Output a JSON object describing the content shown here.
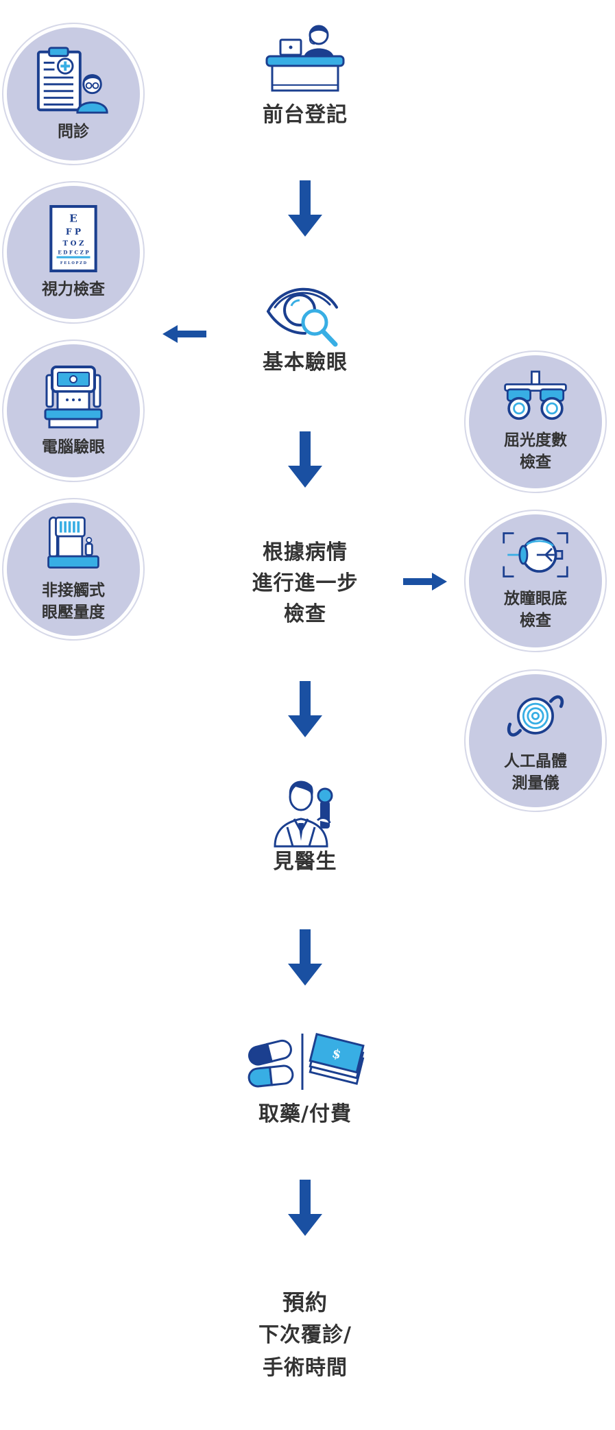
{
  "colors": {
    "navy": "#1b3f8f",
    "arrow": "#1a50a2",
    "light_blue": "#38aee4",
    "disc": "#c8cbe3",
    "text": "#333333"
  },
  "steps": {
    "reception": {
      "label": "前台登記",
      "icon": "reception-desk-icon"
    },
    "basic_eye_exam": {
      "label": "基本驗眼",
      "icon": "eye-magnifier-icon"
    },
    "further_exam": {
      "lines": [
        "根據病情",
        "進行進一步",
        "檢查"
      ]
    },
    "see_doctor": {
      "label": "見醫生",
      "icon": "doctor-icon"
    },
    "medicine_payment": {
      "label": "取藥/付費",
      "icon": "pills-money-icon"
    },
    "appointment": {
      "lines": [
        "預約",
        "下次覆診/",
        "手術時間"
      ]
    }
  },
  "basic_exam_items": [
    {
      "lines": [
        "問診"
      ],
      "icon": "clipboard-patient-icon"
    },
    {
      "lines": [
        "視力檢查"
      ],
      "icon": "eye-chart-icon"
    },
    {
      "lines": [
        "電腦驗眼"
      ],
      "icon": "autorefractor-icon"
    },
    {
      "lines": [
        "非接觸式",
        "眼壓量度"
      ],
      "icon": "tonometer-icon"
    }
  ],
  "further_exam_items": [
    {
      "lines": [
        "屈光度數",
        "檢查"
      ],
      "icon": "phoropter-icon"
    },
    {
      "lines": [
        "放瞳眼底",
        "檢查"
      ],
      "icon": "fundus-eye-icon"
    },
    {
      "lines": [
        "人工晶體",
        "測量儀"
      ],
      "icon": "lens-biometer-icon"
    }
  ],
  "eye_chart": {
    "rows": [
      "E",
      "F P",
      "T O Z",
      "E D F C Z P",
      "F E L O P Z D"
    ]
  },
  "money_symbol": "$"
}
